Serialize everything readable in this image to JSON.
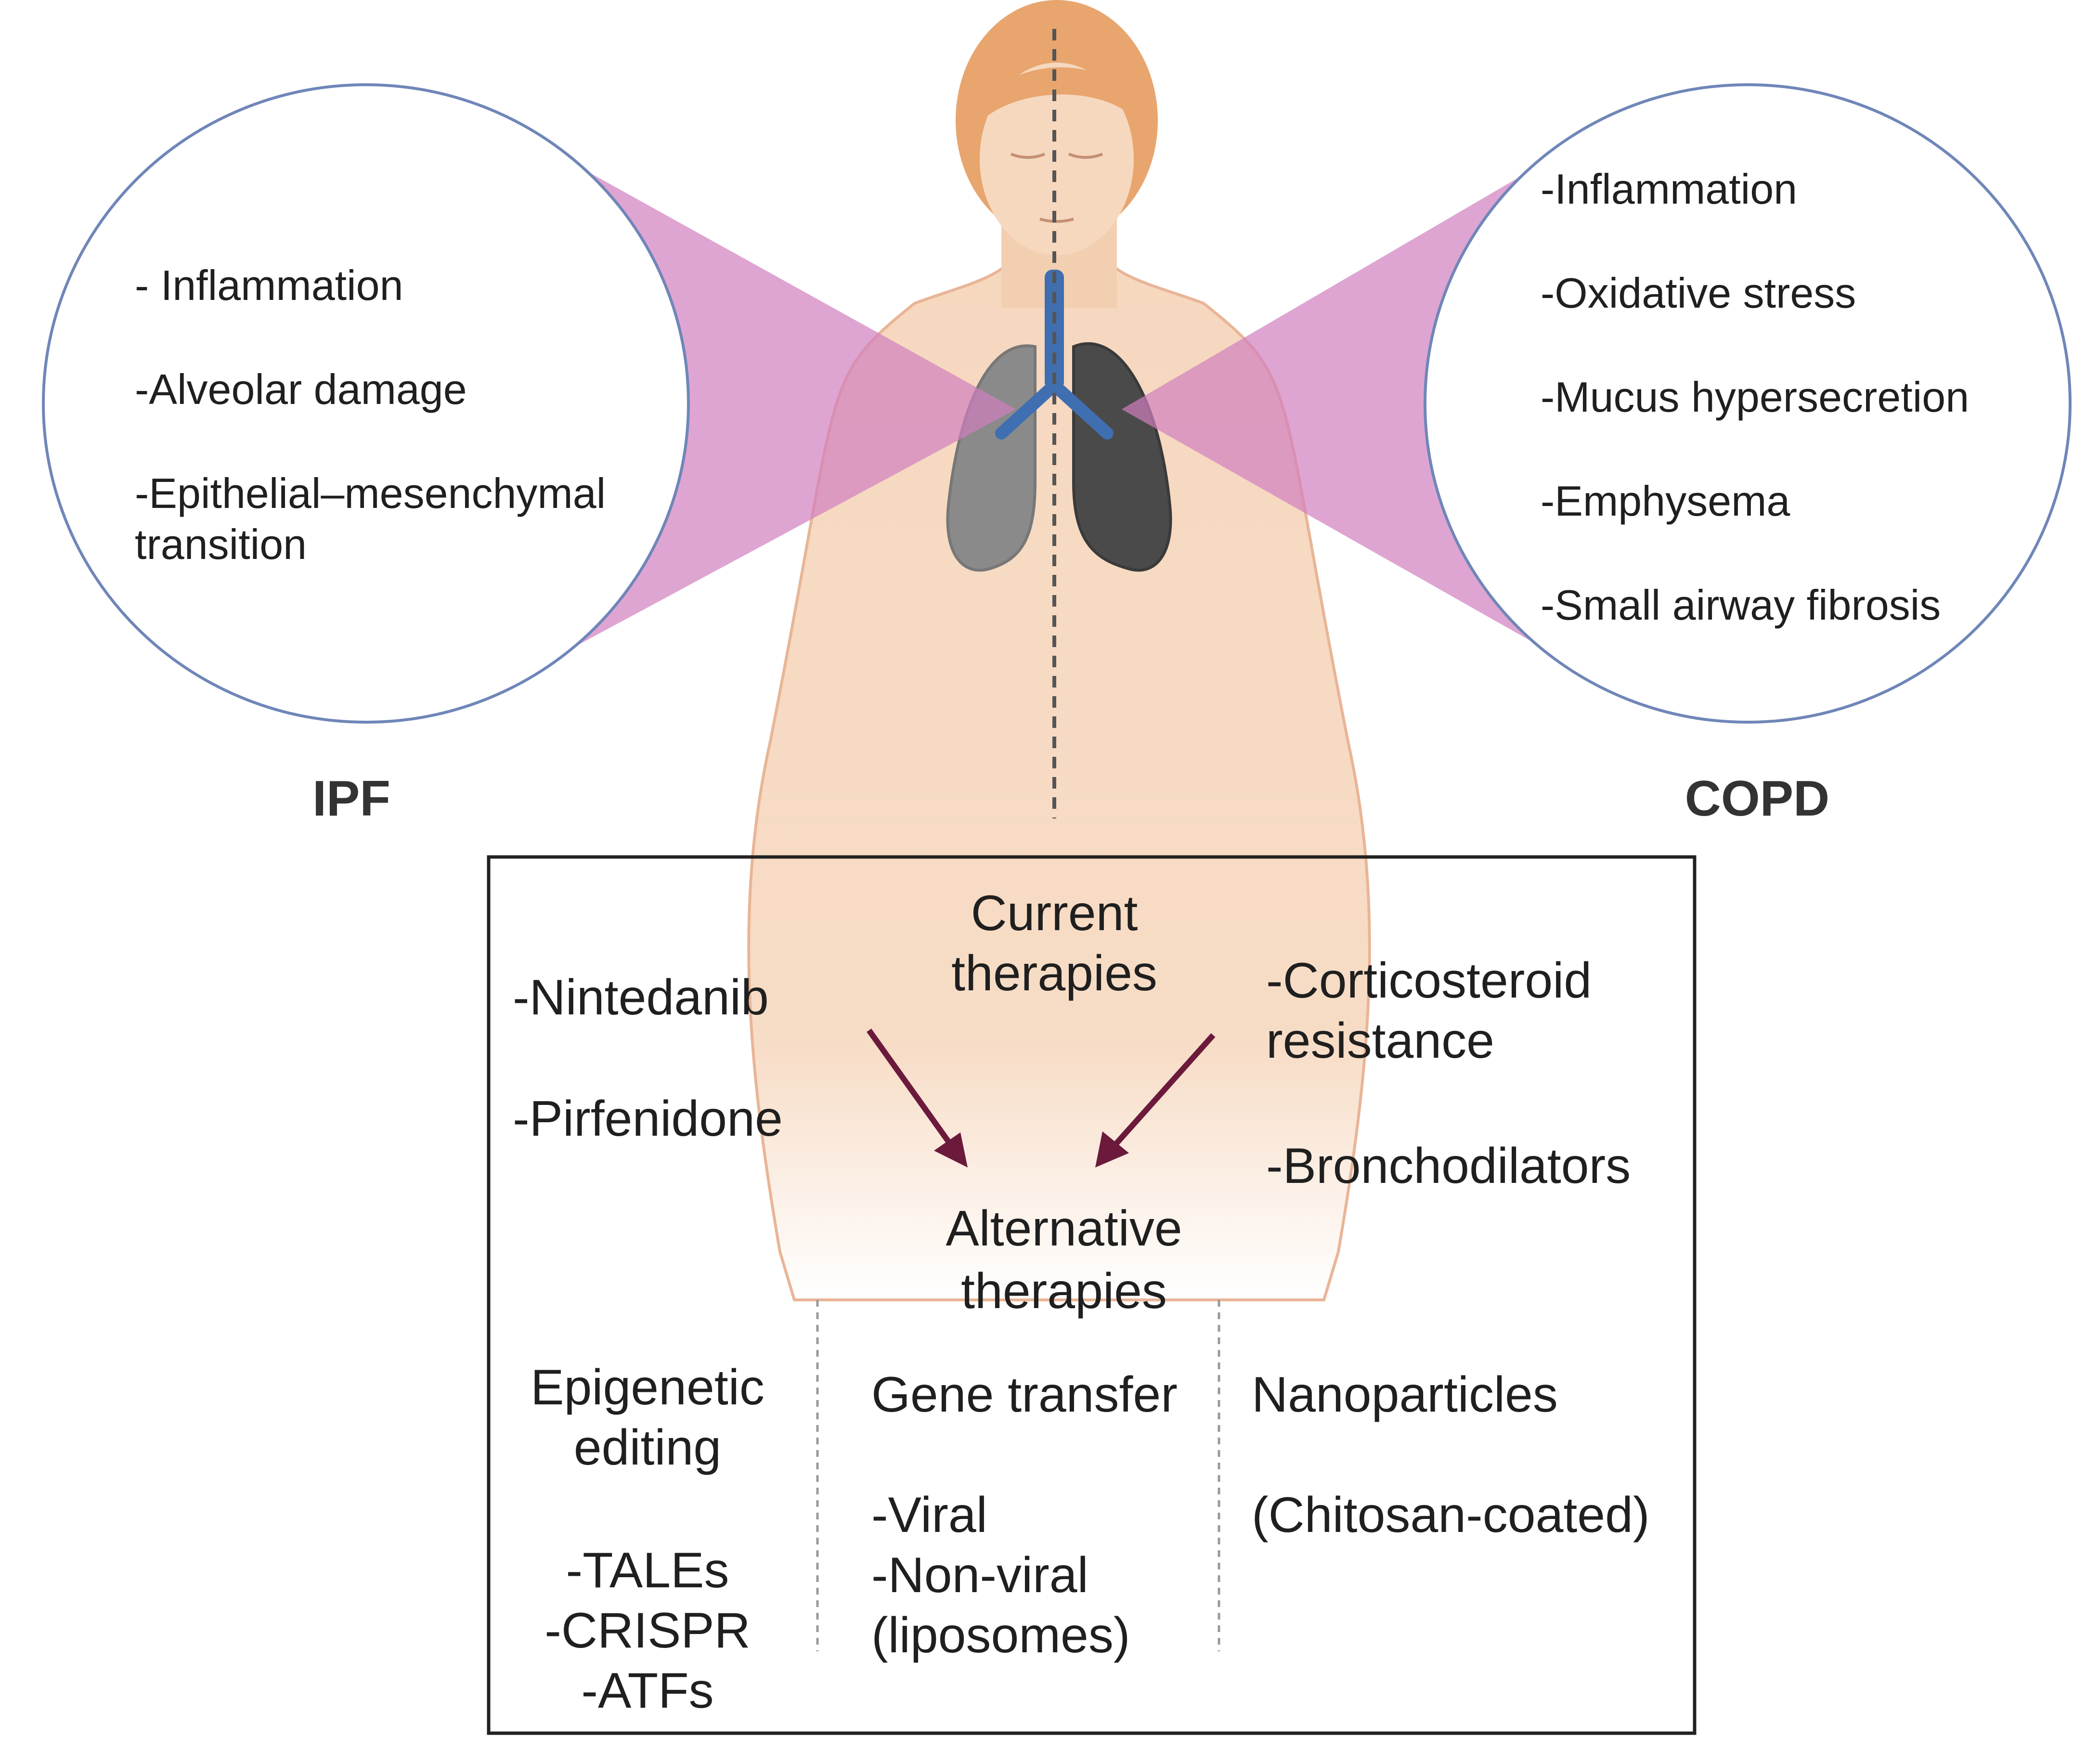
{
  "left_condition": {
    "label": "IPF",
    "features": [
      "- Inflammation",
      "-Alveolar damage",
      "-Epithelial–mesenchymal",
      "transition"
    ]
  },
  "right_condition": {
    "label": "COPD",
    "features": [
      "-Inflammation",
      "-Oxidative stress",
      "-Mucus hypersecretion",
      "-Emphysema",
      "-Small airway fibrosis"
    ]
  },
  "therapy_box": {
    "current_title": [
      "Current",
      "therapies"
    ],
    "ipf_drugs": [
      "-Nintedanib",
      "-Pirfenidone"
    ],
    "copd_drugs": [
      "-Corticosteroid",
      "resistance",
      "-Bronchodilators"
    ],
    "alternative_title": [
      "Alternative",
      "therapies"
    ],
    "columns": [
      {
        "title": [
          "Epigenetic",
          "editing"
        ],
        "items": [
          "-TALEs",
          "-CRISPR",
          "-ATFs"
        ]
      },
      {
        "title": [
          "Gene transfer"
        ],
        "items": [
          "-Viral",
          "-Non-viral",
          "(liposomes)"
        ]
      },
      {
        "title": [
          "Nanoparticles"
        ],
        "items": [
          "(Chitosan-coated)"
        ]
      }
    ]
  },
  "colors": {
    "circle_stroke": "#6f86b8",
    "cone_fill": "#d17fbf",
    "skin": "#f6d8bf",
    "skin_outline": "#e9b597",
    "hair": "#e8a56e",
    "lung_left": "#8a8a8a",
    "lung_right": "#4a4a4a",
    "trachea": "#3f6fb0",
    "arrow": "#6b1a3c",
    "divider": "#999999"
  }
}
